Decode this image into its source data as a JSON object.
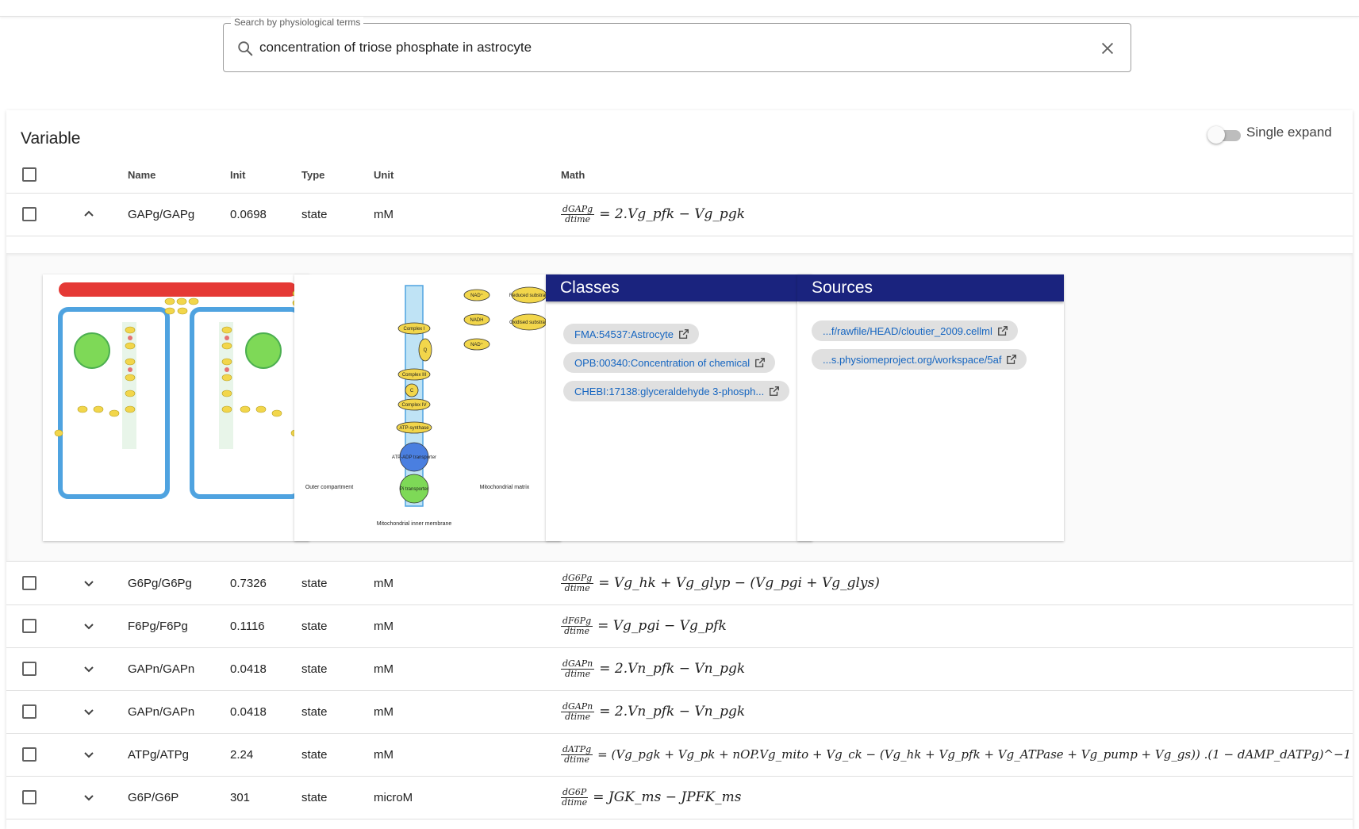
{
  "search": {
    "legend": "Search by physiological terms",
    "value": "concentration of triose phosphate in astrocyte"
  },
  "card": {
    "title": "Variable",
    "single_expand_label": "Single expand",
    "single_expand_on": false
  },
  "table": {
    "headers": {
      "name": "Name",
      "init": "Init",
      "type": "Type",
      "unit": "Unit",
      "math": "Math"
    },
    "rows": [
      {
        "name": "GAPg/GAPg",
        "init": "0.0698",
        "type": "state",
        "unit": "mM",
        "expanded": true,
        "math": {
          "num": "dGAPg",
          "den": "dtime",
          "rhs": "= 2.Vg_pfk − Vg_pgk"
        }
      },
      {
        "name": "G6Pg/G6Pg",
        "init": "0.7326",
        "type": "state",
        "unit": "mM",
        "expanded": false,
        "math": {
          "num": "dG6Pg",
          "den": "dtime",
          "rhs": "= Vg_hk + Vg_glyp − (Vg_pgi + Vg_glys)"
        }
      },
      {
        "name": "F6Pg/F6Pg",
        "init": "0.1116",
        "type": "state",
        "unit": "mM",
        "expanded": false,
        "math": {
          "num": "dF6Pg",
          "den": "dtime",
          "rhs": "= Vg_pgi − Vg_pfk"
        }
      },
      {
        "name": "GAPn/GAPn",
        "init": "0.0418",
        "type": "state",
        "unit": "mM",
        "expanded": false,
        "math": {
          "num": "dGAPn",
          "den": "dtime",
          "rhs": "= 2.Vn_pfk − Vn_pgk"
        }
      },
      {
        "name": "GAPn/GAPn",
        "init": "0.0418",
        "type": "state",
        "unit": "mM",
        "expanded": false,
        "math": {
          "num": "dGAPn",
          "den": "dtime",
          "rhs": "= 2.Vn_pfk − Vn_pgk"
        }
      },
      {
        "name": "ATPg/ATPg",
        "init": "2.24",
        "type": "state",
        "unit": "mM",
        "expanded": false,
        "math": {
          "num": "dATPg",
          "den": "dtime",
          "rhs": "= (Vg_pgk + Vg_pk + nOP.Vg_mito + Vg_ck − (Vg_hk + Vg_pfk + Vg_ATPase + Vg_pump + Vg_gs)) .(1 − dAMP_dATPg)^−1"
        }
      },
      {
        "name": "G6P/G6P",
        "init": "301",
        "type": "state",
        "unit": "microM",
        "expanded": false,
        "math": {
          "num": "dG6P",
          "den": "dtime",
          "rhs": "= JGK_ms − JPFK_ms"
        }
      }
    ]
  },
  "detail": {
    "diagram_labels": {
      "outer": "Outer compartment",
      "matrix": "Mitochondrial matrix",
      "inner": "Mitochondrial inner membrane",
      "nad_plus": "NAD⁺",
      "nadh": "NADH",
      "reduced": "Reduced substrate",
      "oxidised": "Oxidised substrate",
      "complex1": "Complex I",
      "complex3": "Complex III",
      "complex4": "Complex IV",
      "ubiquinone": "Q",
      "cyt_c": "C",
      "atp_synthase": "ATP-synthase",
      "atp_adp": "ATP-ADP transporter",
      "pi": "Pi transporter"
    },
    "classes_title": "Classes",
    "classes": [
      "FMA:54537:Astrocyte",
      "OPB:00340:Concentration of chemical",
      "CHEBI:17138:glyceraldehyde 3-phosph..."
    ],
    "sources_title": "Sources",
    "sources": [
      "...f/rawfile/HEAD/cloutier_2009.cellml",
      "...s.physiomeproject.org/workspace/5af"
    ]
  },
  "colors": {
    "panel_header": "#1a237e",
    "chip_text": "#1565c0",
    "chip_bg": "#e0e0e0",
    "vessel": "#e53935",
    "cell_border": "#4fa3e0",
    "metabolite": "#f2d64b",
    "mito": "#7ed957"
  },
  "icons": {
    "search": "search-icon",
    "clear": "close-icon",
    "expand": "chevron-icon",
    "external": "open-in-new-icon"
  }
}
